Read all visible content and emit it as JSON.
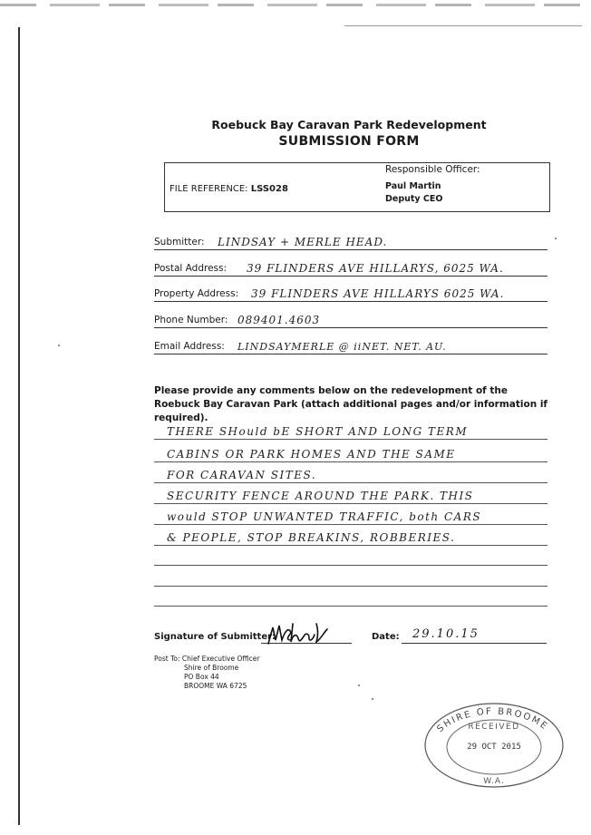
{
  "header": {
    "title": "Roebuck Bay Caravan Park Redevelopment",
    "subtitle": "SUBMISSION FORM"
  },
  "reference": {
    "file_label": "FILE REFERENCE:",
    "file_value": "LSS028",
    "officer_label": "Responsible Officer:",
    "officer_name": "Paul Martin",
    "officer_role": "Deputy CEO"
  },
  "fields": {
    "submitter": {
      "label": "Submitter:",
      "value": "LINDSAY + MERLE HEAD."
    },
    "postal": {
      "label": "Postal Address:",
      "value": "39 FLINDERS AVE HILLARYS, 6025 WA."
    },
    "property": {
      "label": "Property Address:",
      "value": "39 FLINDERS AVE HILLARYS 6025 WA."
    },
    "phone": {
      "label": "Phone Number:",
      "value": "089401.4603"
    },
    "email": {
      "label": "Email Address:",
      "value": "LINDSAYMERLE @ iiNET. NET. AU."
    }
  },
  "instructions": "Please provide any comments below on the redevelopment of the Roebuck Bay Caravan Park (attach additional pages and/or information if required).",
  "comments": [
    "THERE SHould bE SHORT AND LONG TERM",
    "CABINS OR PARK HOMES AND THE SAME",
    "FOR CARAVAN SITES.",
    "SECURITY FENCE AROUND THE PARK. THIS",
    "would STOP UNWANTED TRAFFIC, both CARS",
    "& PEOPLE, STOP BREAKINS, ROBBERIES.",
    "",
    "",
    ""
  ],
  "signature": {
    "label": "Signature of Submitter:",
    "date_label": "Date:",
    "date_value": "29.10.15"
  },
  "post_to": {
    "line1": "Post To: Chief Executive Officer",
    "line2": "Shire of Broome",
    "line3": "PO Box 44",
    "line4": "BROOME WA 6725"
  },
  "stamp": {
    "top_text": "SHIRE OF BROOME",
    "received": "RECEIVED",
    "date": "29 OCT 2015",
    "bottom_text": "W.A."
  }
}
